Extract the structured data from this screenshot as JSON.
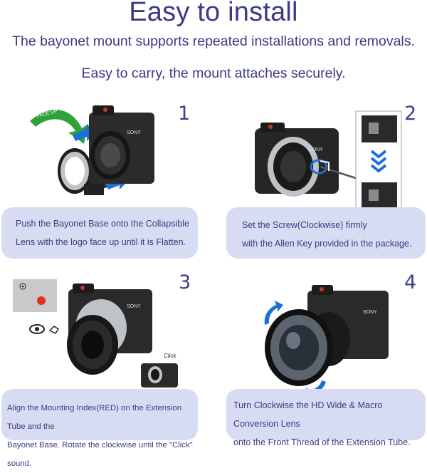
{
  "header": {
    "title": "Easy to install",
    "subtitle_line1": "The bayonet mount supports repeated installations and removals.",
    "subtitle_line2": "Easy to carry, the mount attaches securely."
  },
  "steps": [
    {
      "number": "1",
      "caption_line1": "Push the Bayonet Base onto the Collapsible",
      "caption_line2": "Lens with the logo face up until it is Flatten."
    },
    {
      "number": "2",
      "caption_line1": "Set the Screw(Clockwise) firmly",
      "caption_line2": "with the Allen Key provided in the package."
    },
    {
      "number": "3",
      "caption_line1": "Align the Mounting Index(RED) on the Extension Tube and the",
      "caption_line2": "Bayonet Base. Rotate the clockwise until the \"Click\" sound."
    },
    {
      "number": "4",
      "caption_line1": "Turn Clockwise the HD Wide & Macro Conversion Lens",
      "caption_line2": "onto the Front Thread of the Extension Tube."
    }
  ],
  "camera_brand": "SONY",
  "arrow_label": "FACE UP",
  "click_label": "Click",
  "colors": {
    "title": "#3b3a86",
    "caption_bg": "#d7dcf2",
    "arrow_blue": "#1f6fd6",
    "arrow_green": "#2fa33a",
    "mount_index_red": "#e0301e"
  },
  "icons": [
    "rotate-arrow-icon",
    "eye-icon",
    "sound-icon"
  ]
}
